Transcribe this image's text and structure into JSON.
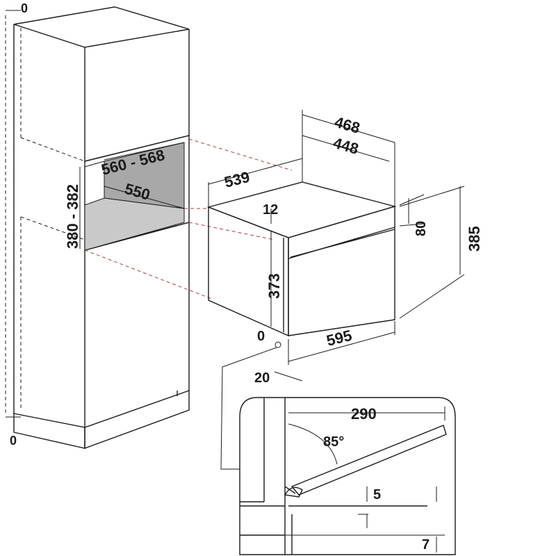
{
  "labels": {
    "cabinet_top_zero": "0",
    "cabinet_bottom_zero": "0",
    "niche_width": "560 - 568",
    "niche_depth": "550",
    "niche_height": "380 - 382",
    "oven_depth": "539",
    "oven_width_outer": "468",
    "oven_width_inner": "448",
    "oven_top_gap": "12",
    "panel_height": "80",
    "oven_height": "385",
    "cavity_height": "373",
    "front_zero": "0",
    "front_width": "595",
    "front_offset": "20",
    "door_length": "290",
    "door_angle": "85°",
    "door_gap": "5",
    "floor_gap": "7"
  },
  "colors": {
    "line": "#1a1a1a",
    "niche_fill": "#c9c9c9",
    "niche_back": "#a8a8a8",
    "hidden_line": "#b23a3a"
  }
}
